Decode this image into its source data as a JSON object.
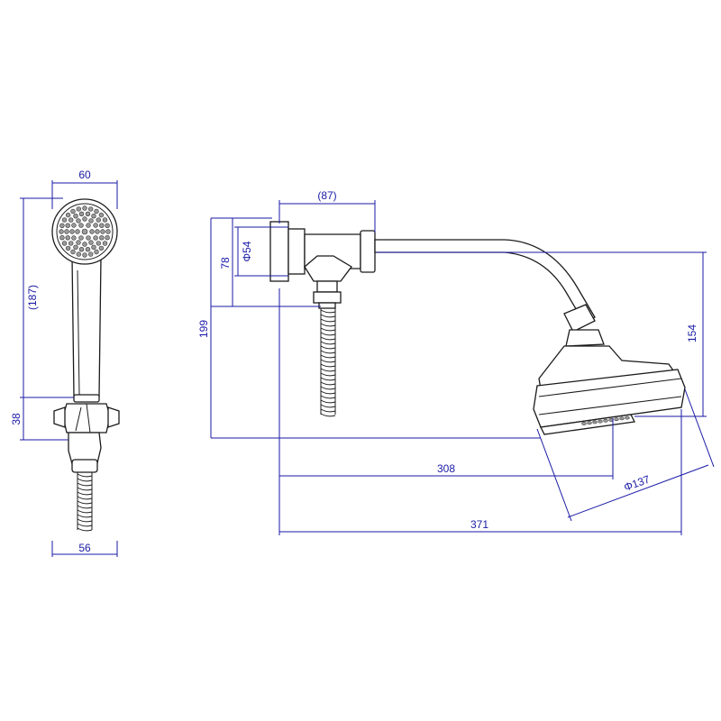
{
  "dimensions": {
    "hand_width": "60",
    "hand_length": "(187)",
    "holder_height": "38",
    "holder_width": "56",
    "arm_flange_width": "(87)",
    "flange_diameter": "Φ54",
    "flange_height": "78",
    "overall_height": "199",
    "head_drop": "154",
    "head_offset": "308",
    "overall_length": "371",
    "head_diameter": "Φ137"
  },
  "colors": {
    "dimension": "#1a1aa6",
    "outline": "#1b1b1b"
  }
}
